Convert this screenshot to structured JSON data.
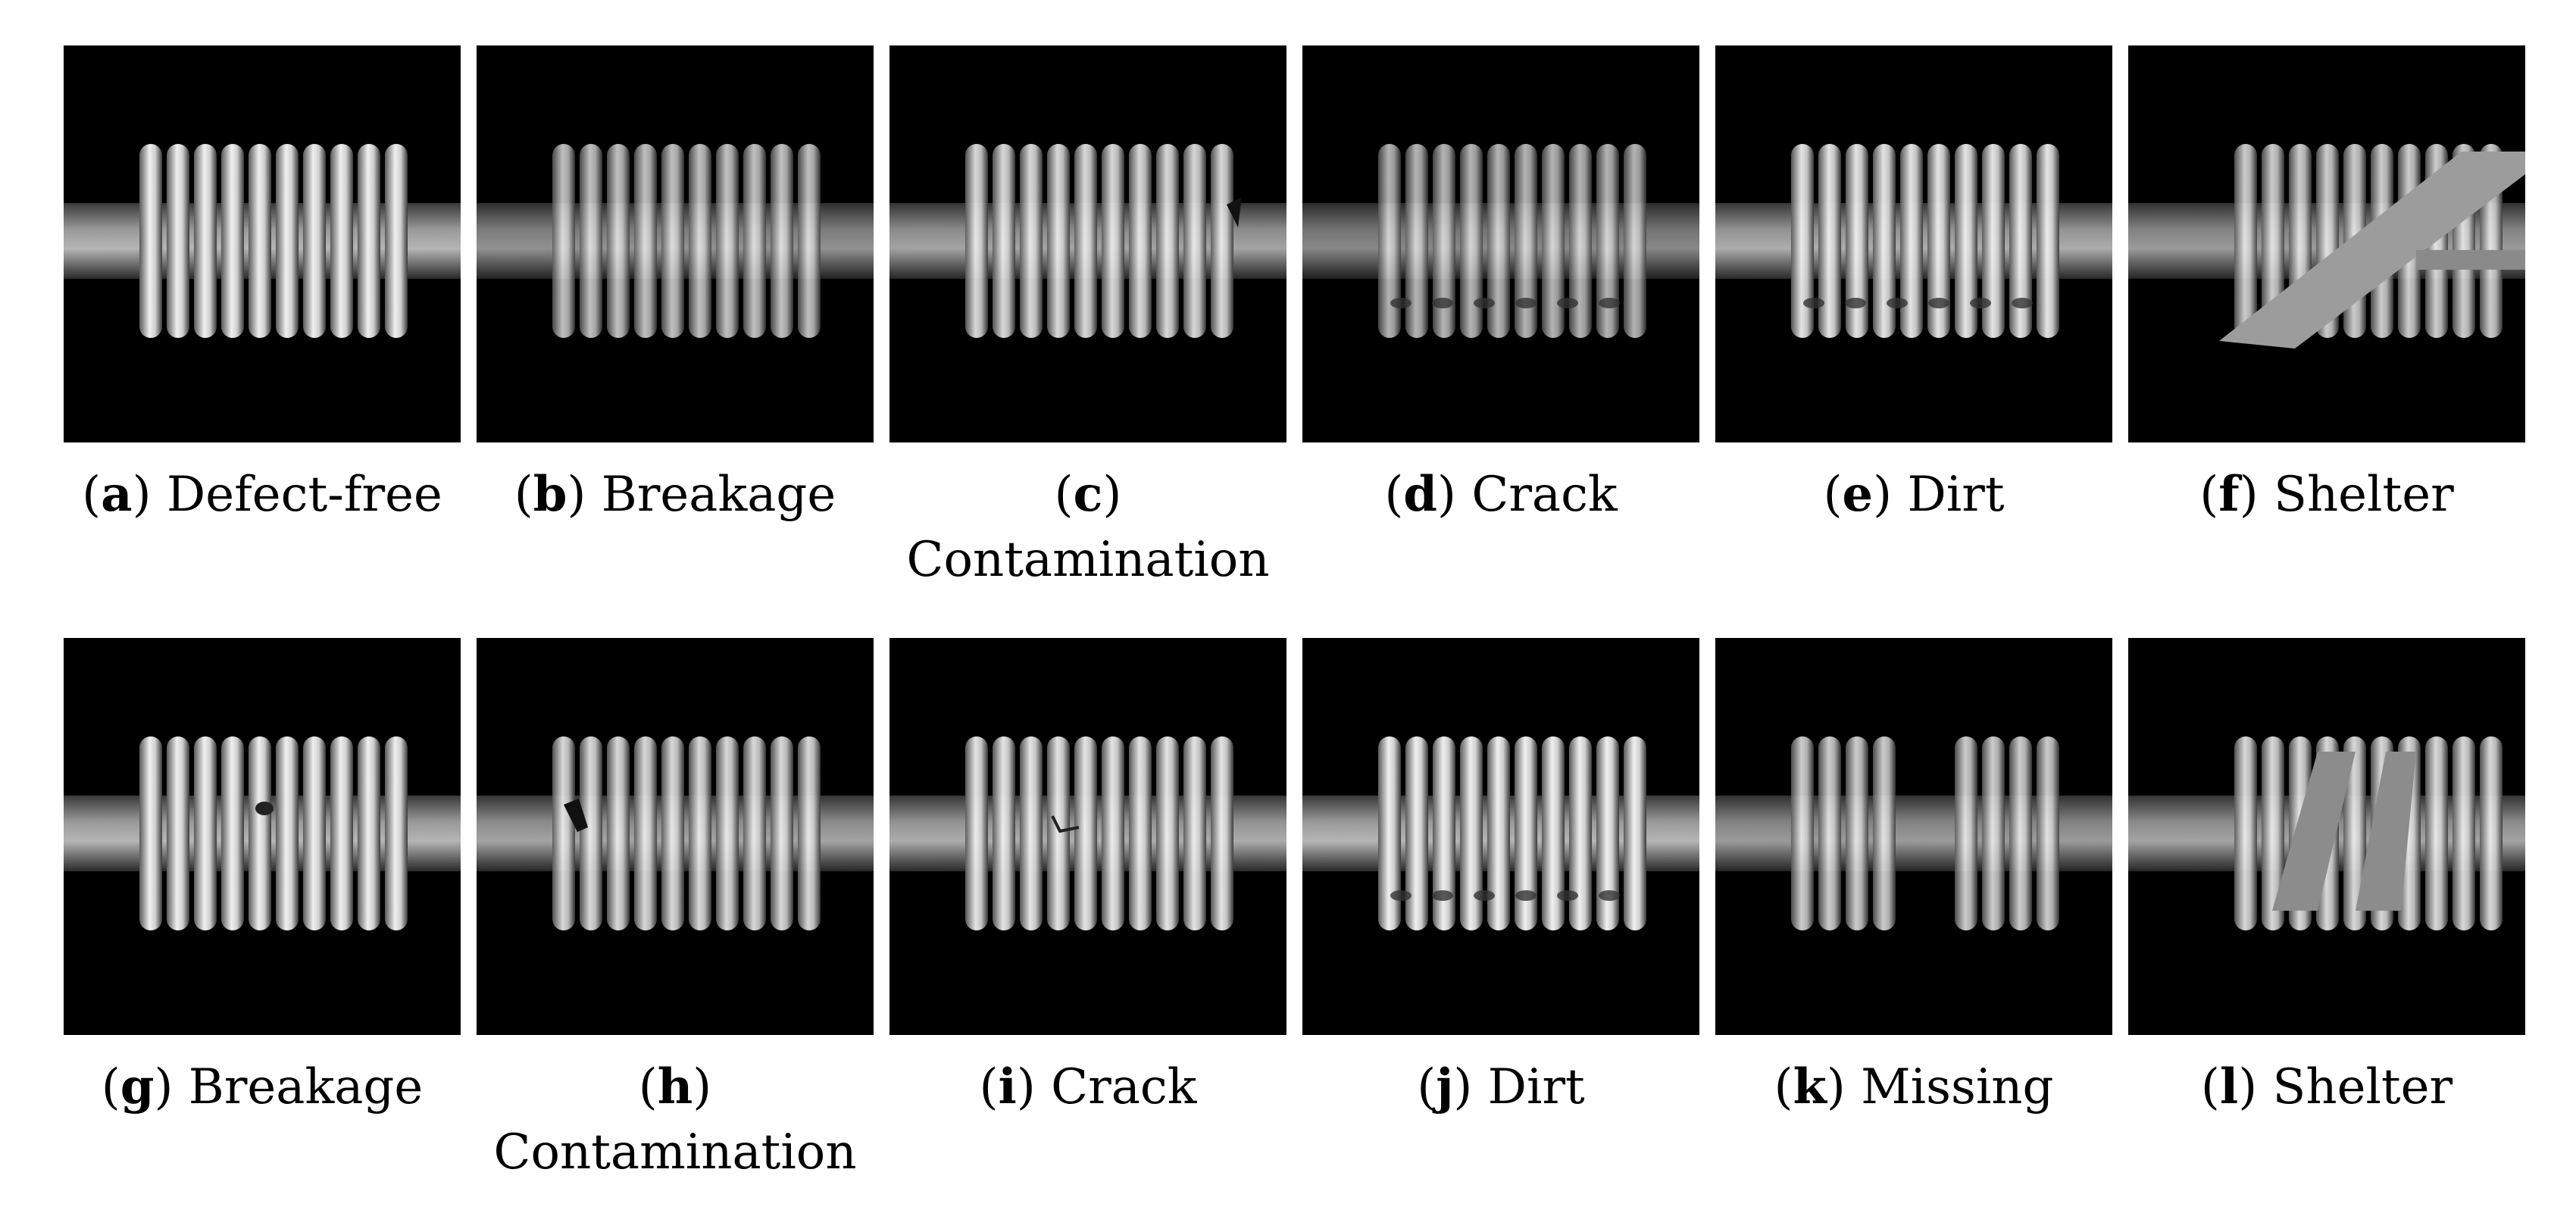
{
  "panels": [
    {
      "letter": "a",
      "label": "Defect-free"
    },
    {
      "letter": "b",
      "label": "Breakage"
    },
    {
      "letter": "c",
      "label": "Contamination"
    },
    {
      "letter": "d",
      "label": "Crack"
    },
    {
      "letter": "e",
      "label": "Dirt"
    },
    {
      "letter": "f",
      "label": "Shelter"
    },
    {
      "letter": "g",
      "label": "Breakage"
    },
    {
      "letter": "h",
      "label": "Contamination"
    },
    {
      "letter": "i",
      "label": "Crack"
    },
    {
      "letter": "j",
      "label": "Dirt"
    },
    {
      "letter": "k",
      "label": "Missing"
    },
    {
      "letter": "l",
      "label": "Shelter"
    }
  ]
}
